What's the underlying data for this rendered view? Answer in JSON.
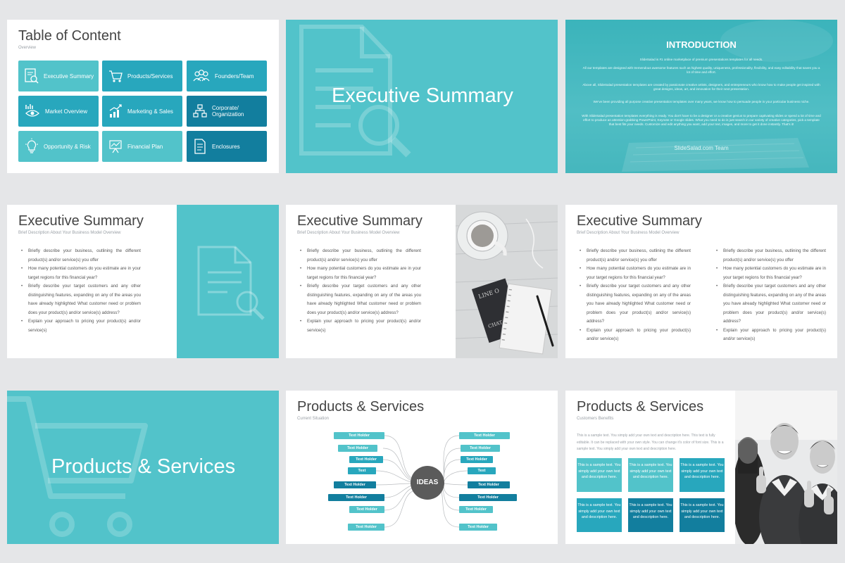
{
  "colors": {
    "teal": "#52c3ca",
    "teal_mid": "#28a7bd",
    "teal_dark": "#127e9e",
    "background": "#e5e6e8"
  },
  "toc": {
    "title": "Table of Content",
    "subtitle": "Overview",
    "items": [
      {
        "label": "Executive Summary",
        "icon": "document-search-icon"
      },
      {
        "label": "Products/Services",
        "icon": "shopping-cart-icon"
      },
      {
        "label": "Founders/Team",
        "icon": "team-icon"
      },
      {
        "label": "Market Overview",
        "icon": "eye-chart-icon"
      },
      {
        "label": "Marketing & Sales",
        "icon": "growth-chart-icon"
      },
      {
        "label": "Corporate/ Organization",
        "icon": "org-chart-icon"
      },
      {
        "label": "Opportunity & Risk",
        "icon": "lightbulb-icon"
      },
      {
        "label": "Financial Plan",
        "icon": "presentation-board-icon"
      },
      {
        "label": "Enclosures",
        "icon": "document-icon"
      }
    ]
  },
  "section_exec": {
    "title": "Executive Summary",
    "icon": "document-search-icon"
  },
  "intro": {
    "title": "INTRODUCTION",
    "paragraphs": [
      "SlideSalad is #1 online marketplace of premium presentations templates for all needs.",
      "All our templates are designed with tremendous awesome features such as highest quality, uniqueness, professionality, flexibility, and easy editability that saves you a lot of time and effort.",
      "Above all, SlideSalad presentation templates are created by passionate creative artists, designers, and entrepreneurs who know how to make people get inspired with great designs, ideas, art, and innovation for their next presentation.",
      "We've been providing all purpose creative presentation templates over many years, we know how to persuade people in your particular business niche.",
      "With SlideSalad presentation templates everything is ready. You don't have to be a designer or a creative genius to prepare captivating slides or spend a lot of time and effort to produce an attention-grabbing PowerPoint, Keynote or Google slides. What you need to do is just search in our variety of creative categories, pick a template that best fits your needs. Customize and edit anything you want, add your text, images, and more to get it done instantly. That's it!"
    ],
    "signature": "SlideSalad.com Team"
  },
  "exec_summary": {
    "title": "Executive Summary",
    "subtitle": "Brief Description About Your Business Model Overview",
    "bullets": [
      "Briefly describe your business, outlining the different product(s) and/or service(s) you offer",
      "How many potential customers do you estimate are in your target regions for this financial year?",
      "Briefly describe your target customers and any other distinguishing features, expanding on any of the areas you have already highlighted What customer need or problem does your product(s) and/or service(s) address?",
      "Explain your approach to pricing your product(s) and/or service(s)"
    ]
  },
  "section_products": {
    "title": "Products & Services",
    "icon": "shopping-cart-icon"
  },
  "mindmap": {
    "title": "Products & Services",
    "subtitle": "Current Situation",
    "center": "IDEAS",
    "left": [
      "Text Holder",
      "Text Holder",
      "Text Holder",
      "Text",
      "Text Holder",
      "Text Holder",
      "Text Holder",
      "Text Holder"
    ],
    "right": [
      "Text Holder",
      "Text Holder",
      "Text Holder",
      "Text",
      "Text Holder",
      "Text Holder",
      "Text Holder",
      "Text Holder"
    ]
  },
  "benefits": {
    "title": "Products & Services",
    "subtitle": "Customers Benefits",
    "intro": "This is a sample text. You simply add your own text and description here. This text is fully editable. It can be replaced with your own style. You can change it's color of font size. This is a sample text. You simply add your own text and description here.",
    "boxes": [
      "This is a sample text. You simply add your own text and description here.",
      "This is a sample text. You simply add your own text and description here.",
      "This is a sample text. You simply add your own text and description here.",
      "This is a sample text. You simply add your own text and description here.",
      "This is a sample text. You simply add your own text and description here.",
      "This is a sample text. You simply add your own text and description here."
    ]
  }
}
